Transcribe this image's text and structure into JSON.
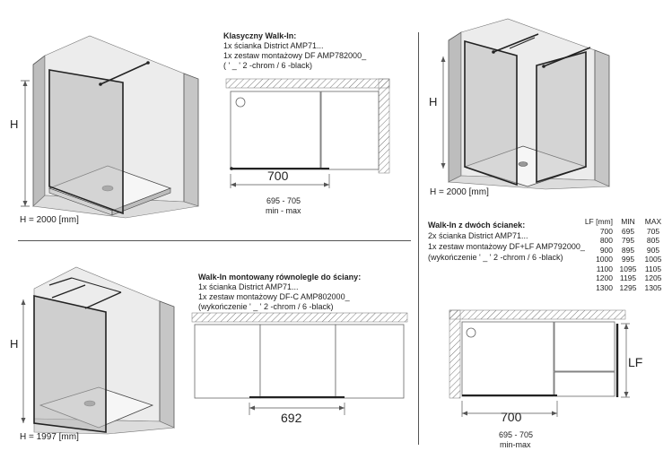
{
  "panel_top_left": {
    "h_label": "H",
    "height_caption": "H = 2000 [mm]"
  },
  "panel_top_middle": {
    "title": "Klasyczny Walk-In:",
    "line1": "1x ścianka District AMP71...",
    "line2": "1x zestaw montażowy DF AMP782000_",
    "line3": "( ' _ ' 2 -chrom / 6 -black)",
    "dim_value": "700",
    "range": "695 - 705",
    "range_label": "min - max"
  },
  "panel_top_right": {
    "h_label": "H",
    "height_caption": "H = 2000 [mm]"
  },
  "panel_bottom_left": {
    "h_label": "H",
    "height_caption": "H = 1997 [mm]"
  },
  "panel_bottom_middle": {
    "title": "Walk-In montowany równolegle do ściany:",
    "line1": "1x ścianka District AMP71...",
    "line2": "1x zestaw montażowy DF-C AMP802000_",
    "line3": "(wykończenie ' _ ' 2 -chrom / 6 -black)",
    "dim_value": "692"
  },
  "panel_bottom_right": {
    "title": "Walk-In z dwóch ścianek:",
    "line1": "2x ścianka District AMP71...",
    "line2": "1x zestaw montażowy DF+LF AMP792000_",
    "line3": "(wykończenie ' _ ' 2 -chrom / 6 -black)",
    "dim_value": "700",
    "range": "695 - 705",
    "range_label": "min-max",
    "lf_label": "LF",
    "table": {
      "headers": [
        "LF [mm]",
        "MIN",
        "MAX"
      ],
      "rows": [
        [
          "700",
          "695",
          "705"
        ],
        [
          "800",
          "795",
          "805"
        ],
        [
          "900",
          "895",
          "905"
        ],
        [
          "1000",
          "995",
          "1005"
        ],
        [
          "1100",
          "1095",
          "1105"
        ],
        [
          "1200",
          "1195",
          "1205"
        ],
        [
          "1300",
          "1295",
          "1305"
        ]
      ]
    }
  }
}
